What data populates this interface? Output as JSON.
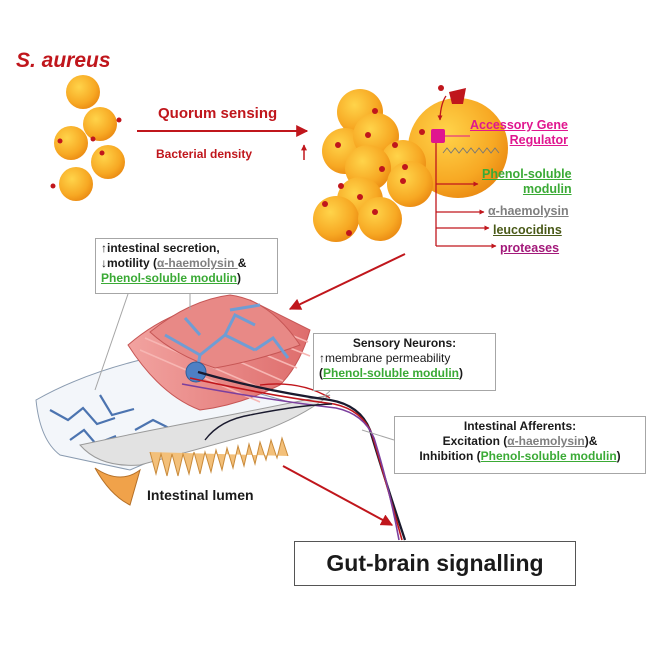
{
  "title": "S. aureus",
  "quorum_label": "Quorum sensing",
  "density_label": "Bacterial density",
  "up_arrow": "↑",
  "down_arrow": "↓",
  "agr_line1": "Accessory Gene",
  "agr_line2": "Regulator",
  "psm_line1": "Phenol-soluble",
  "psm_line2": "modulin",
  "ahaem_label": "α-haemolysin",
  "leucocidins_label": "leucocidins",
  "proteases_label": "proteases",
  "box1": {
    "line1": "intestinal secretion,",
    "line2_a": "motility (",
    "line2_b": "α-haemolysin ",
    "line2_c": "&",
    "line3_a": "Phenol-soluble modulin",
    "line3_b": ")"
  },
  "box2": {
    "line1": "Sensory Neurons:",
    "line2": "membrane permeability",
    "line3_a": "(",
    "line3_b": "Phenol-soluble modulin",
    "line3_c": ")"
  },
  "box3": {
    "line1": "Intestinal Afferents:",
    "line2_a": "Excitation (",
    "line2_b": "α-haemolysin",
    "line2_c": ")&",
    "line3_a": "Inhibition (",
    "line3_b": "Phenol-soluble modulin",
    "line3_c": ")"
  },
  "lumen_label": "Intestinal lumen",
  "gut_brain_label": "Gut-brain signalling",
  "colors": {
    "red": "#c0161c",
    "bacteria": "#f7a823",
    "agr_pink": "#e0168f",
    "psm_green": "#3aaa35",
    "haem_grey": "#7f7f7f",
    "leu_olive": "#4a5a18",
    "protease_purple": "#a3197a",
    "muscle": "#e9817f",
    "vessel_blue": "#6f9dd4"
  }
}
